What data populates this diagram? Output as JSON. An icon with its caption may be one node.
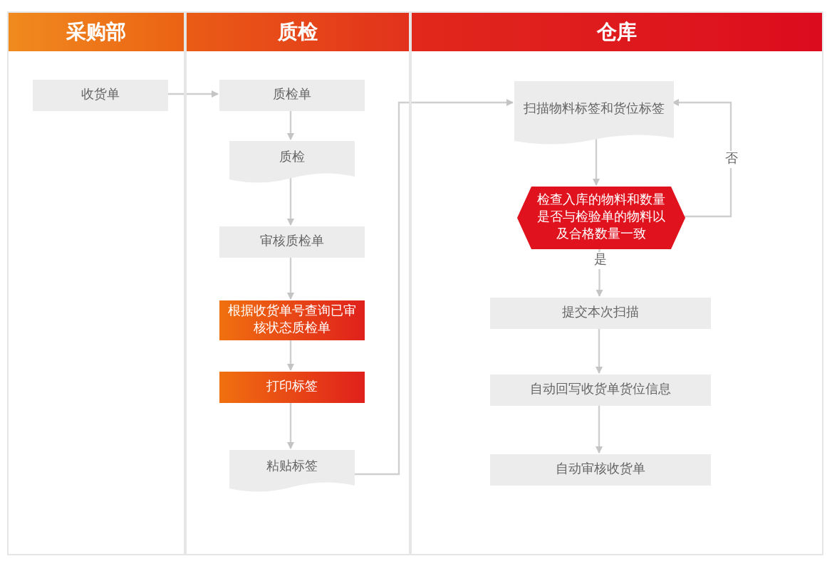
{
  "diagram": {
    "nodes": [
      {
        "text": [
          "采购部"
        ]
      },
      {
        "text": [
          "质检"
        ]
      },
      {
        "text": [
          "仓库"
        ]
      },
      {
        "text": [
          "收货单"
        ],
        "in": 0
      },
      {
        "text": [
          "质检单"
        ],
        "in": 1
      },
      {
        "text": [
          "质检"
        ],
        "in": 1
      },
      {
        "text": [
          "审核质检单"
        ],
        "in": 1
      },
      {
        "text": [
          "根据收货单号查询已审核状态质检单"
        ],
        "in": 1
      },
      {
        "text": [
          "打印标签"
        ],
        "in": 1
      },
      {
        "text": [
          "粘贴标签"
        ],
        "in": 1
      },
      {
        "text": [
          "扫描物料标签和货位标签"
        ],
        "in": 2
      },
      {
        "text": [
          "检查入库的物料和数量是否与检验单的物料以及合格数量一致"
        ],
        "in": 2
      },
      {
        "text": [
          "提交本次扫描"
        ],
        "in": 2
      },
      {
        "text": [
          "自动回写收货单货位信息"
        ],
        "in": 2
      },
      {
        "text": [
          "自动审核收货单"
        ],
        "in": 2
      }
    ],
    "edges": [
      {
        "from": 3,
        "to": 4,
        "arrow": "to"
      },
      {
        "from": 4,
        "to": 5,
        "arrow": "to"
      },
      {
        "from": 5,
        "to": 6,
        "arrow": "to"
      },
      {
        "from": 6,
        "to": 7,
        "arrow": "to"
      },
      {
        "from": 7,
        "to": 8,
        "arrow": "to"
      },
      {
        "from": 8,
        "to": 9,
        "arrow": "to"
      },
      {
        "from": 9,
        "to": 10,
        "arrow": "to"
      },
      {
        "from": 10,
        "to": 11,
        "arrow": "to"
      },
      {
        "from": 11,
        "to": 10,
        "arrow": "to",
        "label": "否"
      },
      {
        "from": 11,
        "to": 12,
        "arrow": "to",
        "label": "是"
      },
      {
        "from": 12,
        "to": 13,
        "arrow": "to"
      },
      {
        "from": 13,
        "to": 14,
        "arrow": "to"
      }
    ]
  }
}
